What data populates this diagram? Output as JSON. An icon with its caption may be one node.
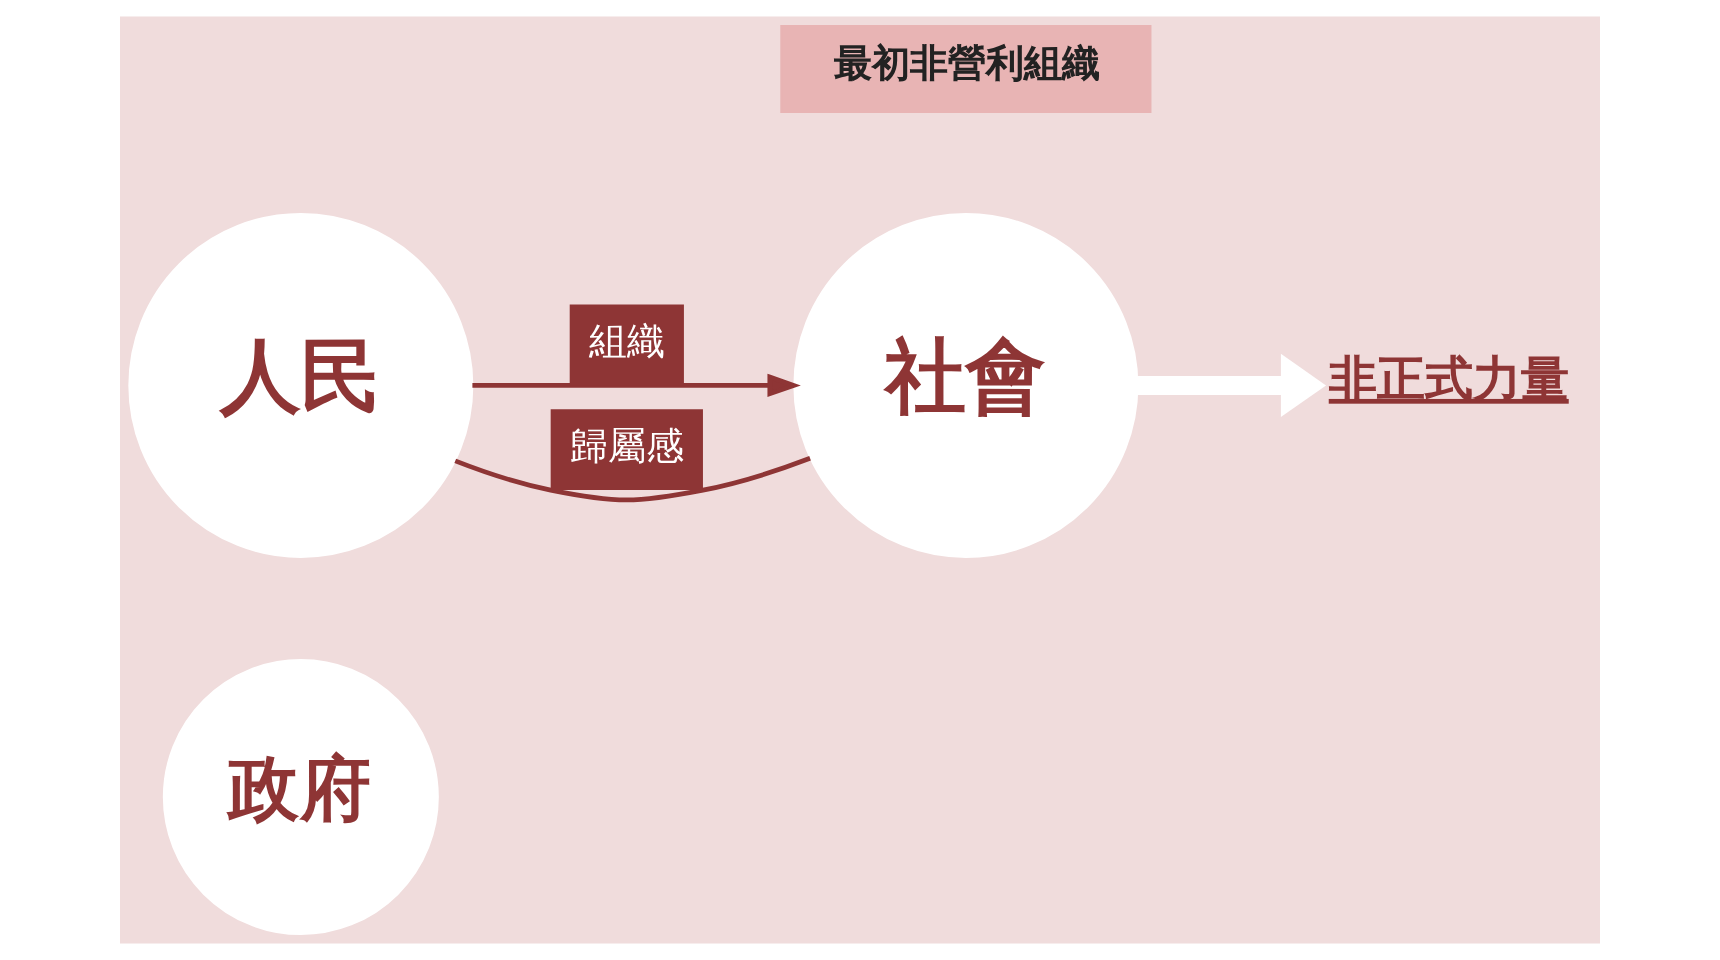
{
  "diagram": {
    "nodes": [
      {
        "text": [
          "政府"
        ]
      },
      {
        "text": [
          "人民"
        ]
      },
      {
        "text": [
          "社會"
        ]
      },
      {
        "text": [
          "非正式力量"
        ]
      },
      {
        "text": [
          "最初非營利組織"
        ]
      }
    ],
    "edges": [
      {
        "from": 1,
        "to": 2,
        "arrow": "to",
        "label": "組織"
      },
      {
        "from": 1,
        "to": 2,
        "arrow": "none",
        "label": "歸屬感"
      },
      {
        "from": 2,
        "to": 3,
        "arrow": "to",
        "style": "thick",
        "color": "#ffffff"
      }
    ]
  }
}
